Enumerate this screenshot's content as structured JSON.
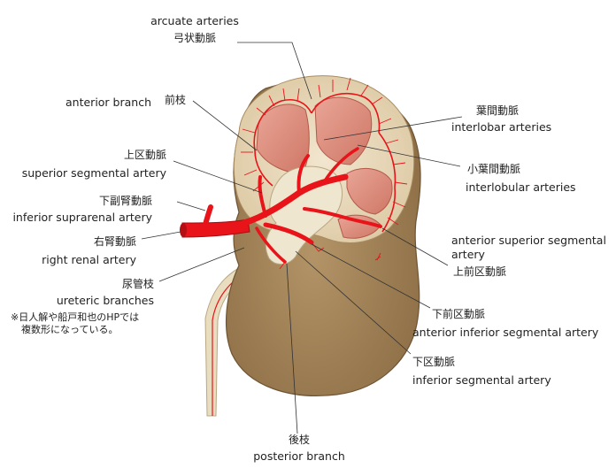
{
  "labels": {
    "arcuate_en": "arcuate arteries",
    "arcuate_jp": "弓状動脈",
    "anterior_branch_en": "anterior branch",
    "anterior_branch_jp": "前枝",
    "superior_segmental_jp": "上区動脈",
    "superior_segmental_en": "superior segmental artery",
    "inferior_suprarenal_jp": "下副腎動脈",
    "inferior_suprarenal_en": "inferior suprarenal artery",
    "right_renal_jp": "右腎動脈",
    "right_renal_en": "right renal artery",
    "ureteric_jp": "尿管枝",
    "ureteric_en": "ureteric branches",
    "interlobar_jp": "葉間動脈",
    "interlobar_en": "interlobar arteries",
    "interlobular_jp": "小葉間動脈",
    "interlobular_en": "interlobular arteries",
    "ant_sup_seg_en_1": "anterior superior segmental",
    "ant_sup_seg_en_2": "artery",
    "ant_sup_seg_jp": "上前区動脈",
    "ant_inf_seg_jp": "下前区動脈",
    "ant_inf_seg_en": "anterior inferior segmental artery",
    "inferior_seg_jp": "下区動脈",
    "inferior_seg_en": "inferior segmental artery",
    "posterior_branch_jp": "後枝",
    "posterior_branch_en": "posterior branch"
  },
  "note": {
    "line1": "※日人解や船戸和也のHPでは",
    "line2": "複数形になっている。"
  },
  "colors": {
    "artery": "#e8141a",
    "kidney_tissue": "#a5855a",
    "kidney_dark": "#8f7049",
    "cortex": "#e8d8bc",
    "medulla_pyramid": "#d98d7e",
    "sinus_fat": "#efe6cf",
    "ureter": "#e9ddc0"
  }
}
